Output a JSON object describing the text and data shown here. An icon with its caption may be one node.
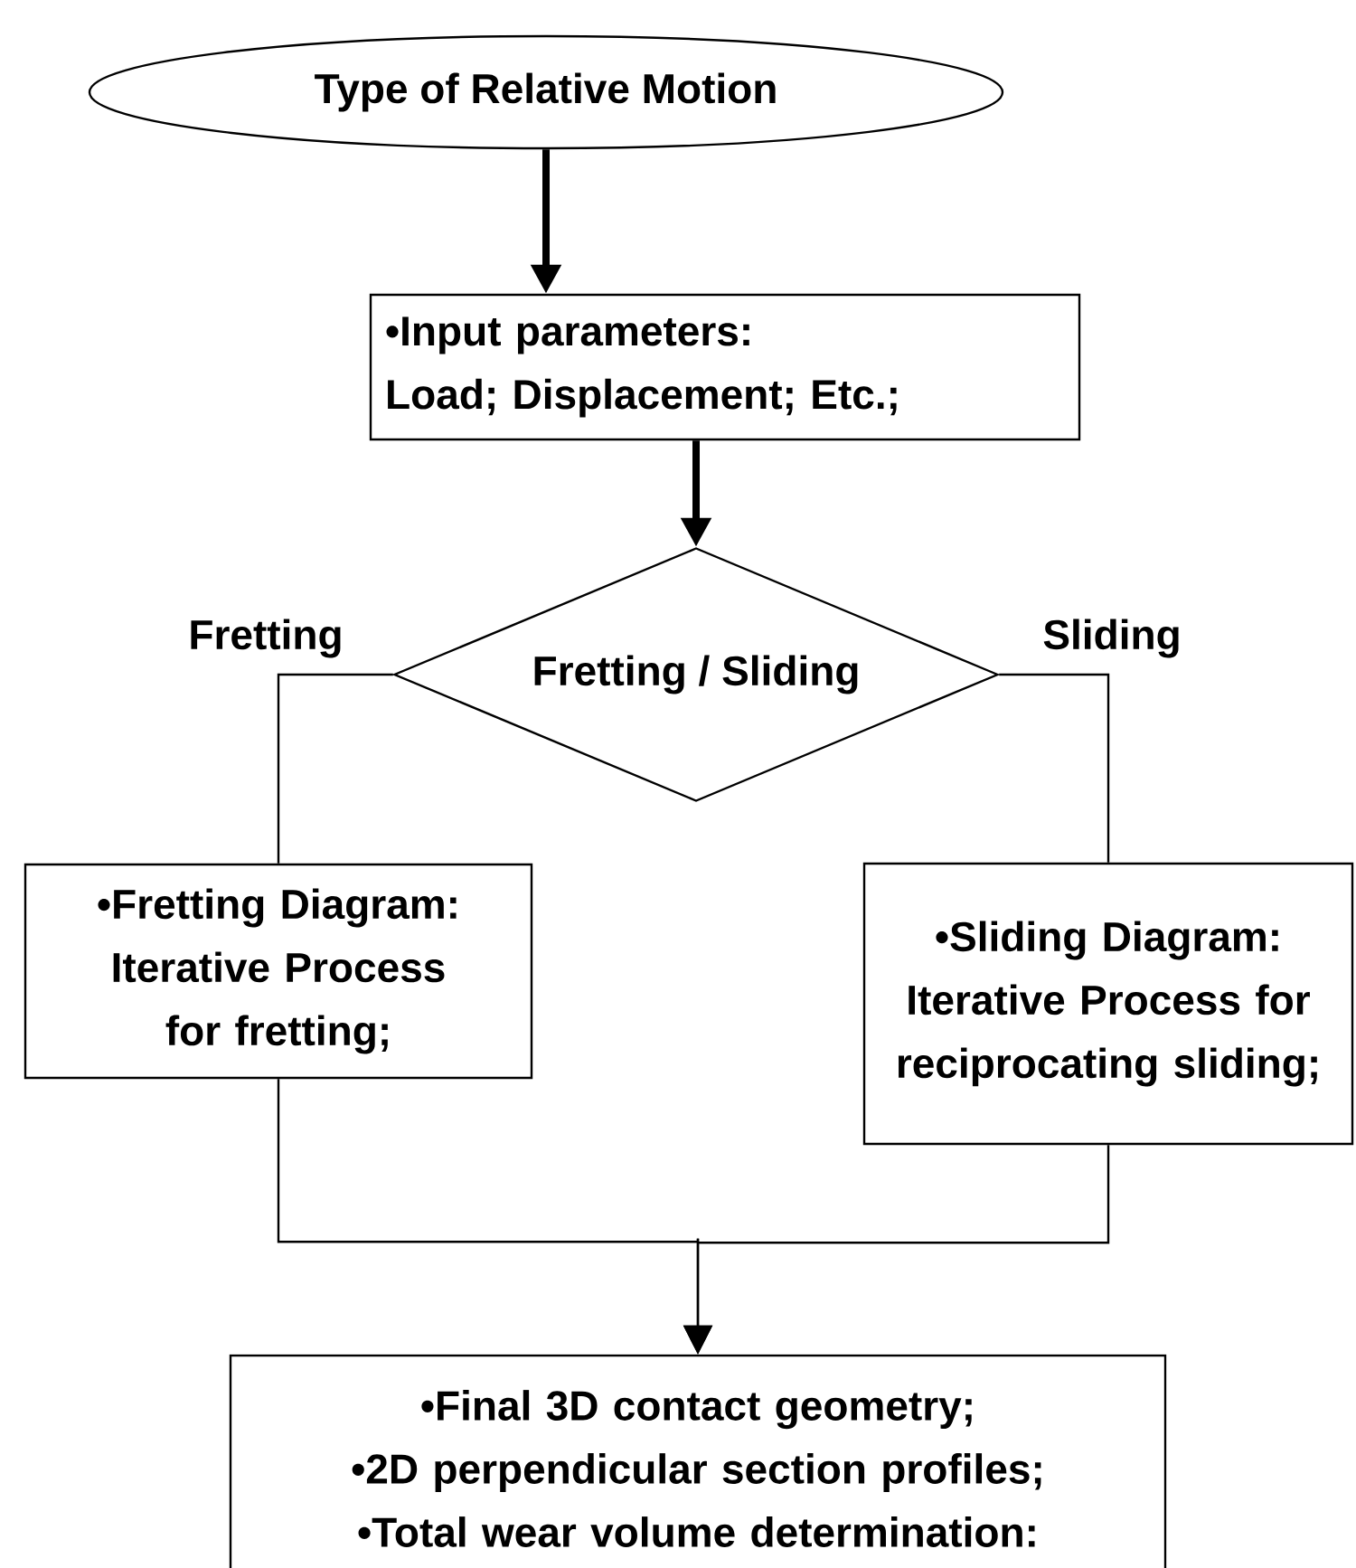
{
  "diagram": {
    "nodes": [
      {
        "text": [
          "Type of Relative Motion"
        ]
      },
      {
        "text": [
          "•Input parameters:",
          "Load; Displacement; Etc.;"
        ]
      },
      {
        "text": [
          "Fretting / Sliding"
        ]
      },
      {
        "text": [
          "•Fretting Diagram:",
          "Iterative Process for fretting;"
        ]
      },
      {
        "text": [
          "•Sliding Diagram:",
          "Iterative Process for reciprocating sliding;"
        ]
      },
      {
        "text": [
          "•Final 3D contact geometry;",
          "•2D perpendicular section profiles;",
          "•Total wear volume determination:"
        ]
      }
    ],
    "edges": [
      {
        "from": 0,
        "to": 1,
        "arrow": "to",
        "style": "thick"
      },
      {
        "from": 1,
        "to": 2,
        "arrow": "to",
        "style": "thick"
      },
      {
        "from": 2,
        "to": 3,
        "arrow": "none",
        "label": "Fretting"
      },
      {
        "from": 2,
        "to": 4,
        "arrow": "none",
        "label": "Sliding"
      },
      {
        "from": 3,
        "to": 5,
        "arrow": "to"
      },
      {
        "from": 4,
        "to": 5,
        "arrow": "to"
      }
    ]
  }
}
